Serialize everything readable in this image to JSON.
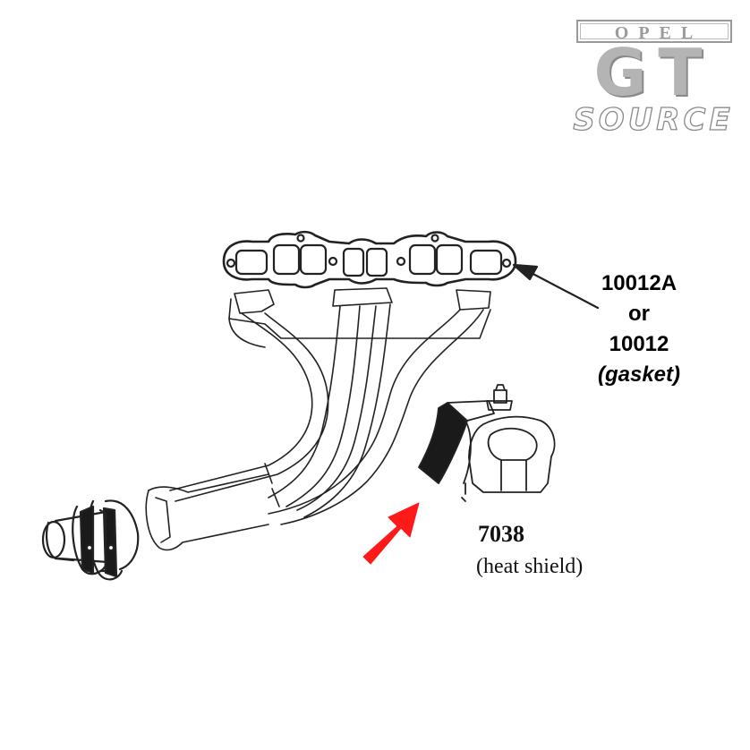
{
  "logo": {
    "brand": "OPEL",
    "model": "GT",
    "source": "SOURCE"
  },
  "gasket_callout": {
    "part_primary": "10012A",
    "conjunction": "or",
    "part_alt": "10012",
    "note": "(gasket)"
  },
  "heat_shield_callout": {
    "part_number": "7038",
    "description": "(heat shield)"
  },
  "colors": {
    "line": "#222222",
    "arrow_highlight": "#ff1a1a",
    "logo_gray": "#9c9c9c",
    "shield_fill": "#1a1a1a"
  }
}
